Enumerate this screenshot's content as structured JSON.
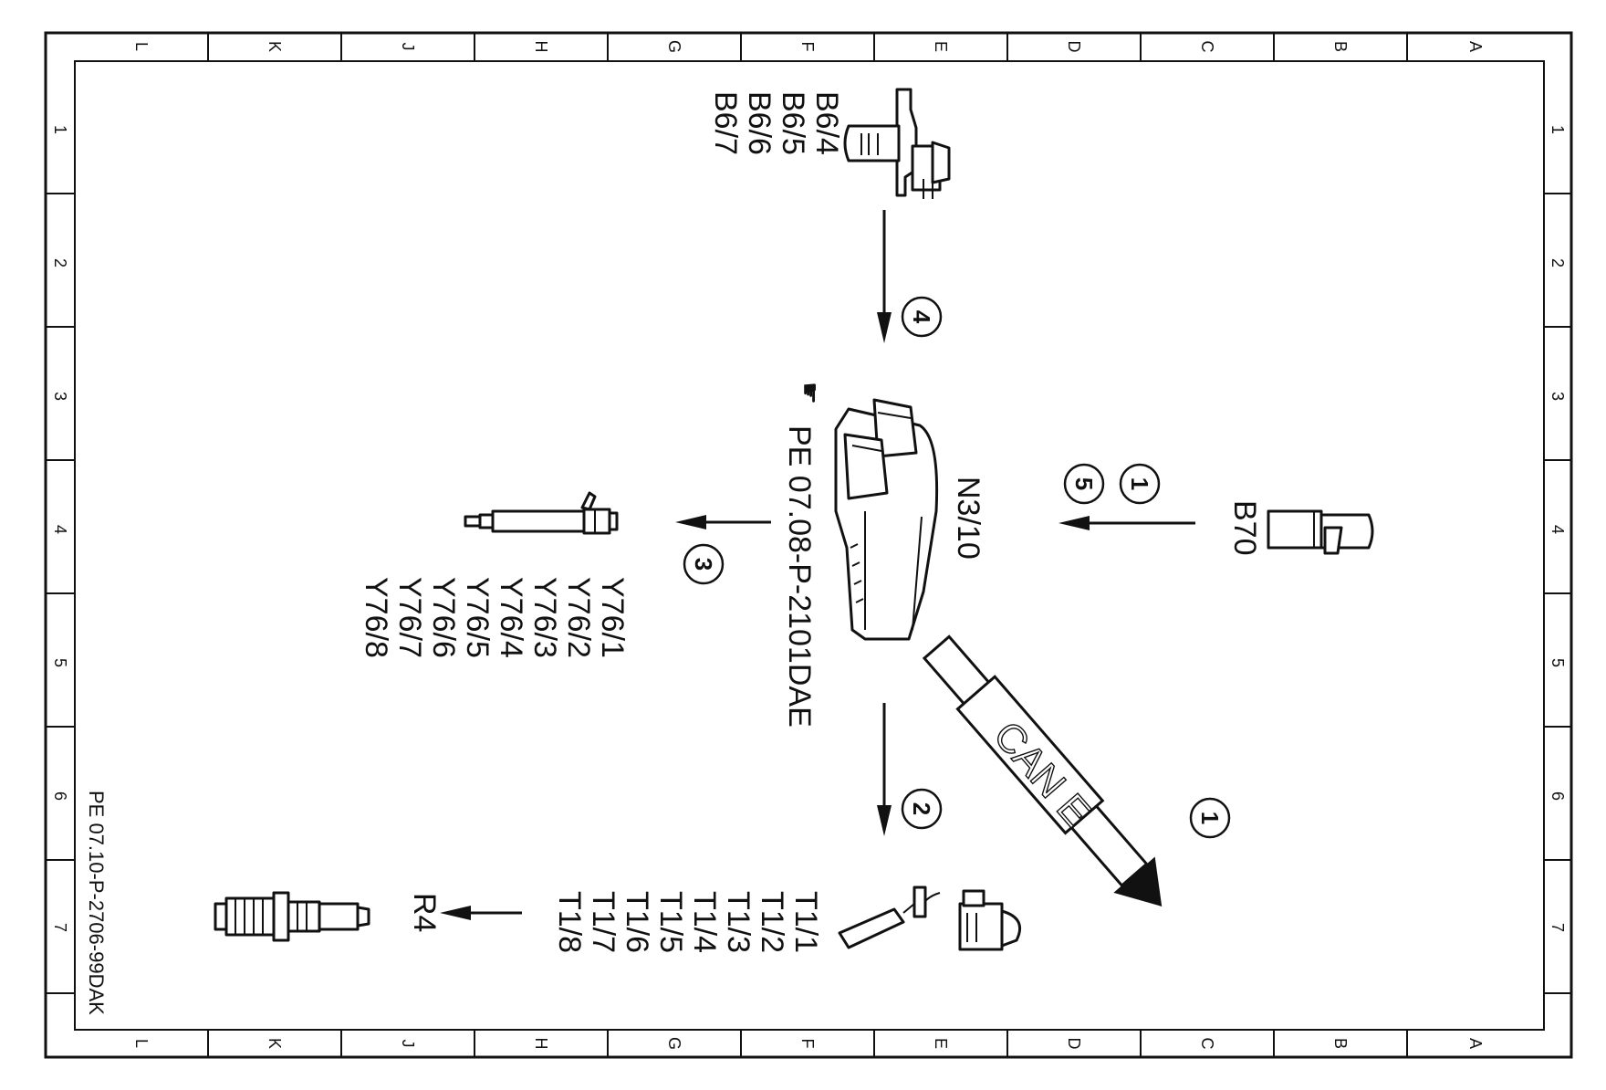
{
  "border": {
    "top_letters": [
      "L",
      "K",
      "J",
      "H",
      "G",
      "F",
      "E",
      "D",
      "C",
      "B",
      "A"
    ],
    "side_numbers": [
      "1",
      "2",
      "3",
      "4",
      "5",
      "6",
      "7"
    ]
  },
  "components": {
    "b6": {
      "lines": [
        "B6/4",
        "B6/5",
        "B6/6",
        "B6/7"
      ]
    },
    "ecu": {
      "label": "N3/10",
      "ref_text": "PE 07.08-P-2101DAE"
    },
    "b70": {
      "label": "B70"
    },
    "y76": {
      "lines": [
        "Y76/1",
        "Y76/2",
        "Y76/3",
        "Y76/4",
        "Y76/5",
        "Y76/6",
        "Y76/7",
        "Y76/8"
      ]
    },
    "t1": {
      "lines": [
        "T1/1",
        "T1/2",
        "T1/3",
        "T1/4",
        "T1/5",
        "T1/6",
        "T1/7",
        "T1/8"
      ]
    },
    "r4": {
      "label": "R4"
    }
  },
  "can": {
    "label": "CAN E"
  },
  "callouts": {
    "c4": "4",
    "c1a": "1",
    "c5": "5",
    "c3": "3",
    "c2": "2",
    "c1b": "1"
  },
  "doc_ref": "PE 07.10-P-2706-99DAK"
}
